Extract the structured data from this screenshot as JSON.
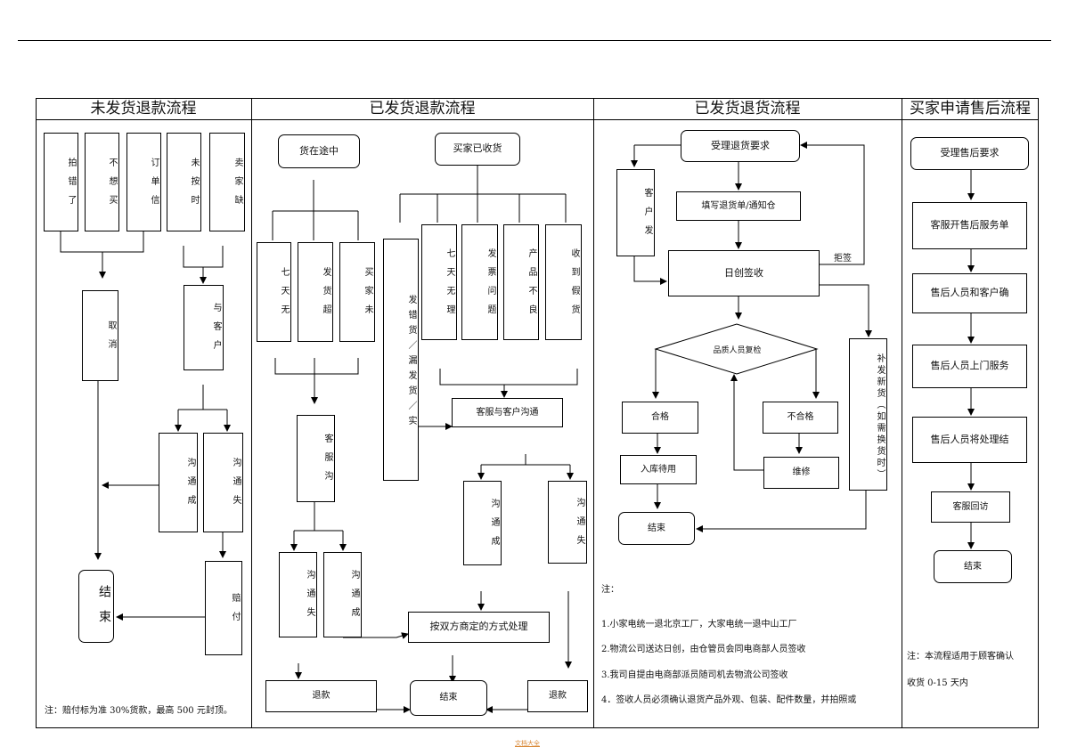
{
  "headers": {
    "h1": "未发货退款流程",
    "h2": "已发货退款流程",
    "h3": "已发货退货流程",
    "h4": "买家申请售后流程"
  },
  "unshipped": {
    "b1": "拍错了",
    "b2": "不想买",
    "b3": "订单信",
    "b4": "未按时",
    "b5": "卖家缺",
    "cancel": "取消",
    "contact": "与客户",
    "succ": "沟通成",
    "fail": "沟通失",
    "pay": "赔付",
    "end": "结束",
    "note": "注：赔付标为准 30%货款，最高 500 元封顶。"
  },
  "shipped_refund": {
    "transit": "货在途中",
    "received": "买家已收货",
    "r1": "七天无",
    "r2": "发货超",
    "r3": "买家未",
    "wrong": "发错货／漏发货／实",
    "a1": "七天无理",
    "a2": "发票问题",
    "a3": "产品不良",
    "a4": "收到假货",
    "cs": "客服沟",
    "cs_comm": "客服与客户沟通",
    "c_succ": "沟通成",
    "c_fail": "沟通失",
    "l_fail": "沟通失",
    "l_succ": "沟通成",
    "handle": "按双方商定的方式处理",
    "refund_left": "退款",
    "end": "结束",
    "refund_right": "退款"
  },
  "shipped_return": {
    "accept": "受理退货要求",
    "customer": "客户发",
    "fill": "填写退货单/通知仓",
    "sign": "日创签收",
    "reject": "拒签",
    "inspect": "品质人员复检",
    "pass": "合格",
    "fail": "不合格",
    "store": "入库待用",
    "repair": "维修",
    "reissue": "补发新货（如需换货时）",
    "end": "结束",
    "notes": [
      "注：",
      "1.小家电统一退北京工厂，大家电统一退中山工厂",
      "2.物流公司送达日创，由仓管员会同电商部人员签收",
      "3.我司自提由电商部派员随司机去物流公司签收",
      "4．签收人员必须确认退货产品外观、包装、配件数量，并拍照或"
    ]
  },
  "aftersales": {
    "s1": "受理售后要求",
    "s2": "客服开售后服务单",
    "s3": "售后人员和客户确",
    "s4": "售后人员上门服务",
    "s5": "售后人员将处理结",
    "s6": "客服回访",
    "s7": "结束",
    "note1": "注：本流程适用于顾客确认",
    "note2": "收货 0-15 天内"
  },
  "footer": "文档大全"
}
